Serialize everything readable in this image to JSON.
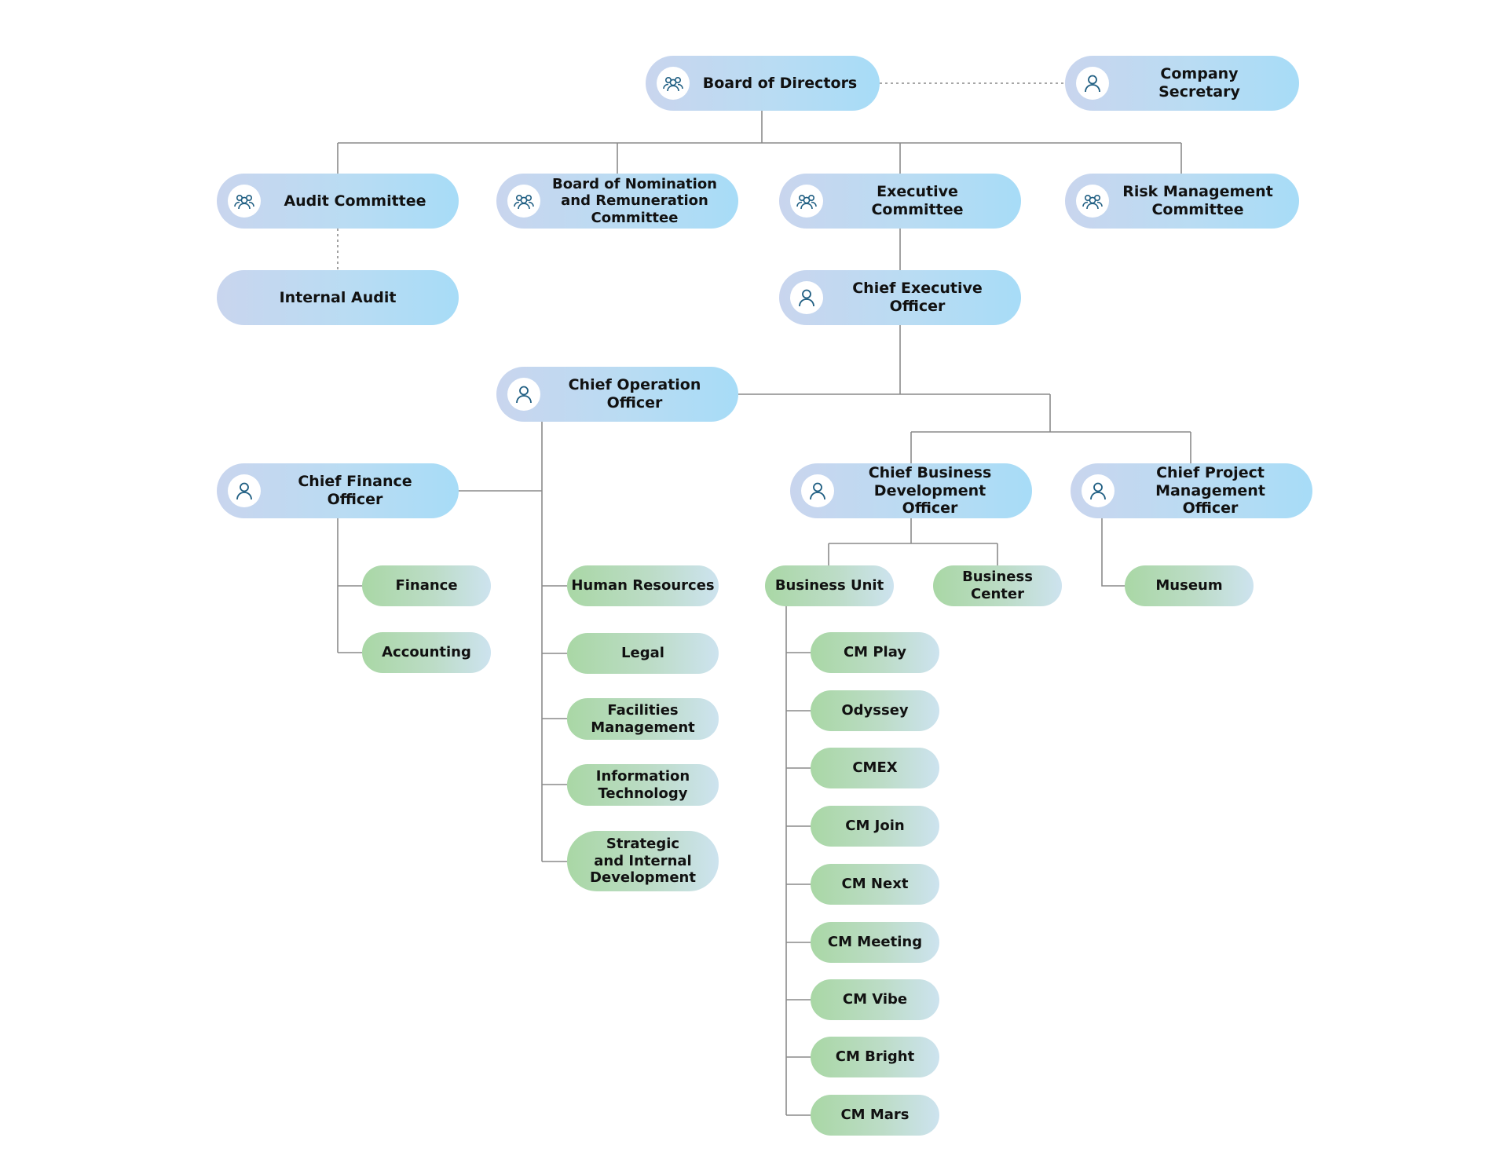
{
  "colors": {
    "executive_gradient": [
      "#c9d5ee",
      "#a7dcf7"
    ],
    "department_gradient": [
      "#a9d7a5",
      "#cde3ef"
    ],
    "icon_stroke": "#1f5e82",
    "connector": "#8a8a8a"
  },
  "nodes": {
    "board": {
      "label": "Board of Directors",
      "icon": "group-icon"
    },
    "secretary": {
      "label": "Company Secretary",
      "icon": "person-icon"
    },
    "audit_committee": {
      "label": "Audit Committee",
      "icon": "group-icon"
    },
    "nomination": {
      "label": "Board of Nomination and Remuneration Committee",
      "icon": "group-icon"
    },
    "executive_committee": {
      "label": "Executive Committee",
      "icon": "group-icon"
    },
    "risk": {
      "label": "Risk Management Committee",
      "icon": "group-icon"
    },
    "internal_audit": {
      "label": "Internal Audit"
    },
    "ceo": {
      "label": "Chief Executive Officer",
      "icon": "person-icon"
    },
    "coo": {
      "label": "Chief Operation Officer",
      "icon": "person-icon"
    },
    "cfo": {
      "label": "Chief Finance Officer",
      "icon": "person-icon"
    },
    "cbdo": {
      "label": "Chief Business Development Officer",
      "icon": "person-icon"
    },
    "cpmo": {
      "label": "Chief Project Management Officer",
      "icon": "person-icon"
    },
    "finance": {
      "label": "Finance"
    },
    "accounting": {
      "label": "Accounting"
    },
    "hr": {
      "label": "Human Resources"
    },
    "legal": {
      "label": "Legal"
    },
    "facilities": {
      "label": "Facilities Management"
    },
    "it": {
      "label": "Information Technology"
    },
    "strategic": {
      "label": "Strategic and Internal Development"
    },
    "business_unit": {
      "label": "Business Unit"
    },
    "business_center": {
      "label": "Business Center"
    },
    "museum": {
      "label": "Museum"
    },
    "bu_items": [
      "CM Play",
      "Odyssey",
      "CMEX",
      "CM Join",
      "CM Next",
      "CM Meeting",
      "CM Vibe",
      "CM Bright",
      "CM Mars"
    ]
  }
}
